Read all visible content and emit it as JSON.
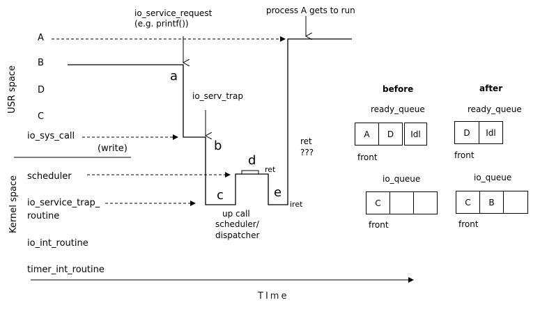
{
  "annotations": {
    "io_service_request": "io_service_request",
    "io_service_request_eg": "(e.g. printf())",
    "process_a_runs": "process A gets to run",
    "io_serv_trap": "io_serv_trap",
    "ret_question": "ret",
    "question_marks": "???",
    "ret": "ret",
    "iret": "iret",
    "up_call": "up call",
    "scheduler_dispatcher_1": "scheduler/",
    "scheduler_dispatcher_2": "dispatcher",
    "write": "(write)"
  },
  "step_labels": {
    "a": "a",
    "b": "b",
    "c": "c",
    "d": "d",
    "e": "e"
  },
  "regions": {
    "user": "USR space",
    "kernel": "Kernel space"
  },
  "rows": {
    "user": [
      "A",
      "B",
      "D",
      "C"
    ],
    "io_sys_call": "io_sys_call",
    "scheduler": "scheduler",
    "io_service_trap_1": "io_service_trap_",
    "io_service_trap_2": "routine",
    "io_int_routine": "io_int_routine",
    "timer_int_routine": "timer_int_routine"
  },
  "axis": {
    "label": "TIme"
  },
  "queues": {
    "before": {
      "title": "before",
      "ready_queue": {
        "label": "ready_queue",
        "cells": [
          "A",
          "D",
          "Idl"
        ],
        "front_label": "front"
      },
      "io_queue": {
        "label": "io_queue",
        "cells": [
          "C",
          "",
          ""
        ],
        "front_label": "front"
      }
    },
    "after": {
      "title": "after",
      "ready_queue": {
        "label": "ready_queue",
        "cells": [
          "D",
          "Idl"
        ],
        "front_label": "front"
      },
      "io_queue": {
        "label": "io_queue",
        "cells": [
          "C",
          "B",
          ""
        ],
        "front_label": "front"
      }
    }
  }
}
